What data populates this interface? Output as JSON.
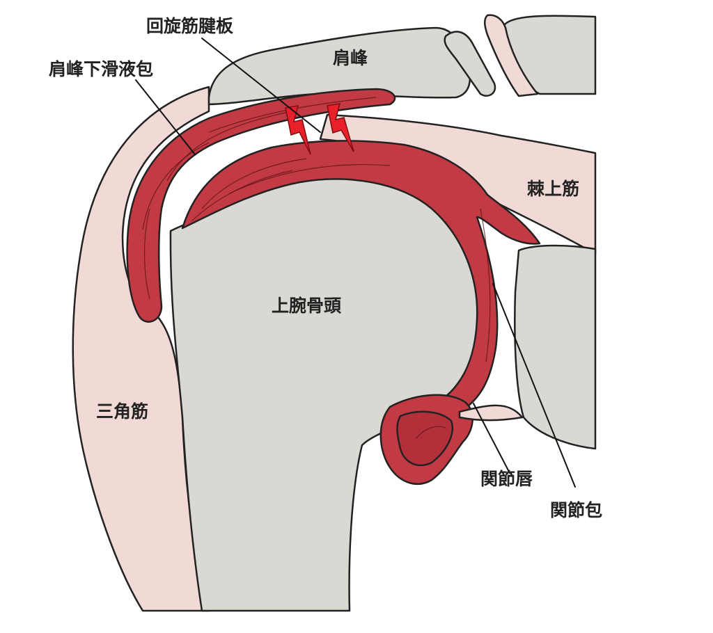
{
  "labels": {
    "rotator_cuff_tendon": "回旋筋腱板",
    "subacromial_bursa": "肩峰下滑液包",
    "acromion": "肩峰",
    "supraspinatus": "棘上筋",
    "humeral_head": "上腕骨頭",
    "deltoid": "三角筋",
    "labrum": "関節唇",
    "joint_capsule": "関節包"
  },
  "colors": {
    "bone": "#d9d8d3",
    "muscle": "#f1dad6",
    "tissue_red": "#c23a43",
    "lightning": "#e8202a",
    "outline": "#222222"
  },
  "icons": [
    "lightning-icon",
    "lightning-icon"
  ]
}
